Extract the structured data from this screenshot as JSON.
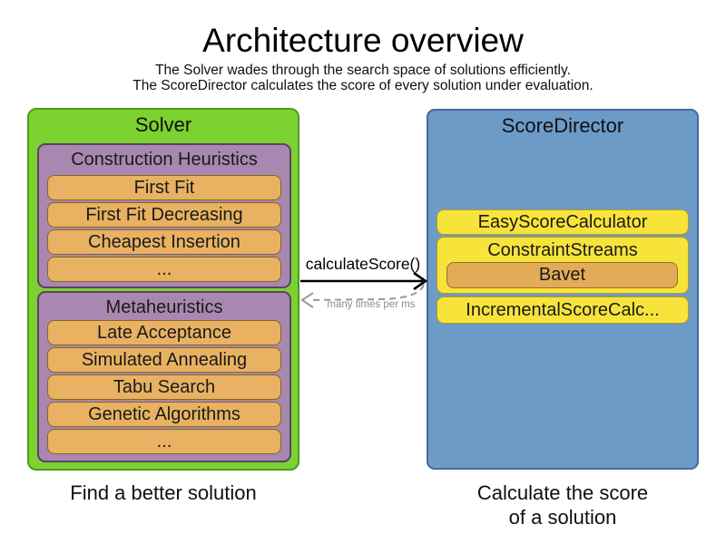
{
  "header": {
    "title": "Architecture overview",
    "subtitle1": "The Solver wades through the search space of solutions efficiently.",
    "subtitle2": "The ScoreDirector calculates the score of every solution under evaluation."
  },
  "solver": {
    "label": "Solver",
    "caption": "Find a better solution",
    "construction_heuristics": {
      "label": "Construction Heuristics",
      "items": [
        "First Fit",
        "First Fit Decreasing",
        "Cheapest Insertion",
        "..."
      ]
    },
    "metaheuristics": {
      "label": "Metaheuristics",
      "items": [
        "Late Acceptance",
        "Simulated Annealing",
        "Tabu Search",
        "Genetic Algorithms",
        "..."
      ]
    }
  },
  "score_director": {
    "label": "ScoreDirector",
    "caption_line1": "Calculate the score",
    "caption_line2": "of a solution",
    "easy_score_calculator": "EasyScoreCalculator",
    "constraint_streams": {
      "label": "ConstraintStreams",
      "child": "Bavet"
    },
    "incremental_score_calculator": "IncrementalScoreCalc..."
  },
  "interaction": {
    "call_label": "calculateScore()",
    "frequency_label": "many times per ms"
  },
  "colors": {
    "solver_fill": "#7cd230",
    "solver_border": "#4e9a1f",
    "phase_fill": "#a888b0",
    "phase_border": "#5d4163",
    "algorithm_fill": "#e8b262",
    "algorithm_border": "#8a6618",
    "score_director_fill": "#6d9bc8",
    "score_director_border": "#47699b",
    "calculator_fill": "#f7e43b",
    "calculator_border": "#bb981b",
    "return_arrow": "#999999"
  }
}
